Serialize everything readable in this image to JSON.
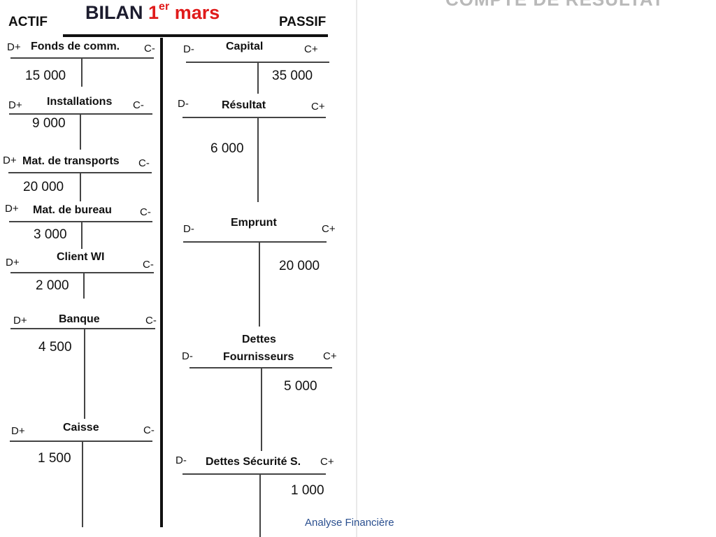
{
  "header": {
    "actif": "ACTIF",
    "passif": "PASSIF",
    "title_prefix": "BILAN",
    "title_num": "1",
    "title_sup": "er",
    "title_suffix": "mars",
    "ghost_title": "COMPTE DE RESULTAT"
  },
  "actif_accounts": [
    {
      "name": "Fonds de comm.",
      "debit": "D+",
      "credit": "C-",
      "amount": "15 000"
    },
    {
      "name": "Installations",
      "debit": "D+",
      "credit": "C-",
      "amount": "9 000"
    },
    {
      "name": "Mat. de transports",
      "debit": "D+",
      "credit": "C-",
      "amount": "20 000"
    },
    {
      "name": "Mat. de bureau",
      "debit": "D+",
      "credit": "C-",
      "amount": "3 000"
    },
    {
      "name": "Client WI",
      "debit": "D+",
      "credit": "C-",
      "amount": "2 000"
    },
    {
      "name": "Banque",
      "debit": "D+",
      "credit": "C-",
      "amount": "4 500"
    },
    {
      "name": "Caisse",
      "debit": "D+",
      "credit": "C-",
      "amount": "1 500"
    }
  ],
  "passif_accounts": [
    {
      "name": "Capital",
      "debit": "D-",
      "credit": "C+",
      "amount": "35 000"
    },
    {
      "name": "Résultat",
      "debit": "D-",
      "credit": "C+",
      "amount": "6 000"
    },
    {
      "name": "Emprunt",
      "debit": "D-",
      "credit": "C+",
      "amount": "20 000"
    },
    {
      "name_line1": "Dettes",
      "name_line2": "Fournisseurs",
      "debit": "D-",
      "credit": "C+",
      "amount": "5 000"
    },
    {
      "name": "Dettes Sécurité S.",
      "debit": "D-",
      "credit": "C+",
      "amount": "1 000"
    }
  ],
  "footer": {
    "label": "Analyse Financière"
  },
  "colors": {
    "title_accent": "#e01b1b",
    "footer_text": "#2a4f8f"
  }
}
